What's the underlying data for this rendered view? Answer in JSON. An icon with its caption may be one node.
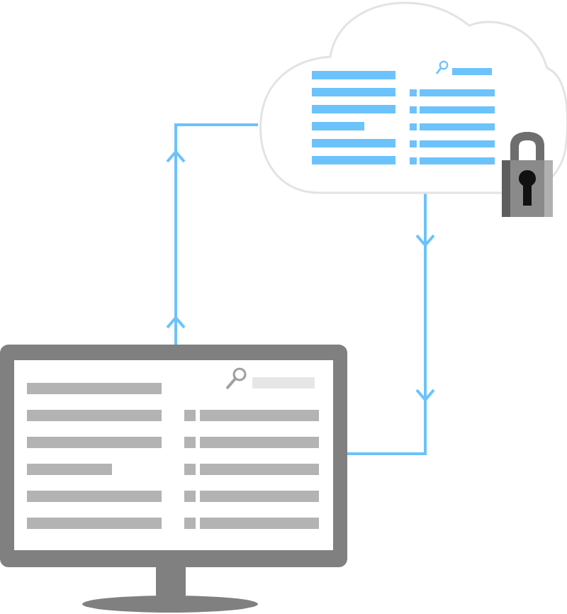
{
  "diagram": {
    "nodes": [
      {
        "text": [],
        "shape": "cloud"
      },
      {
        "text": [],
        "shape": "monitor"
      }
    ],
    "edges": [
      {
        "from": 1,
        "to": 0,
        "arrow": "to"
      },
      {
        "from": 0,
        "to": 1,
        "arrow": "to"
      }
    ]
  }
}
